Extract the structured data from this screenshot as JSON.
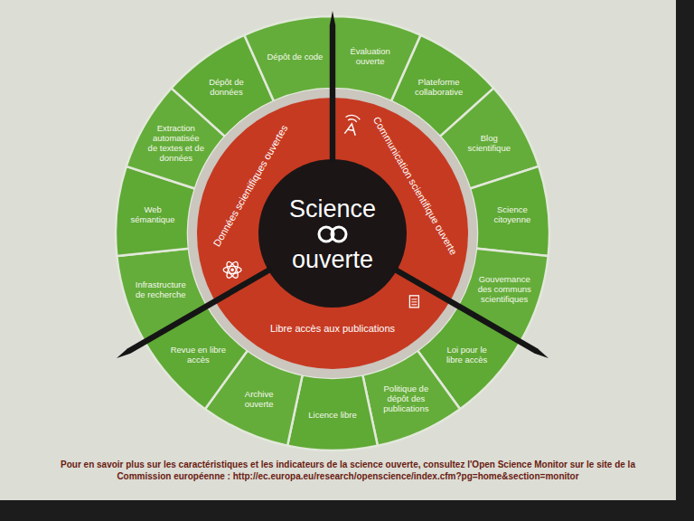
{
  "diagram": {
    "caption": "Pour en savoir plus sur les caractéristiques et les indicateurs de la science ouverte, consultez l'Open Science Monitor sur le site de la Commission européenne : http://ec.europa.eu/research/openscience/index.cfm?pg=home&section=monitor",
    "nodes": [
      {
        "text": [
          "Science",
          "ouverte"
        ]
      },
      {
        "text": [
          "Données scientifiques ouvertes"
        ]
      },
      {
        "text": [
          "Communication scientifique ouverte"
        ]
      },
      {
        "text": [
          "Libre accès aux publications"
        ]
      },
      {
        "text": [
          "Évaluation ouverte"
        ]
      },
      {
        "text": [
          "Plateforme collaborative"
        ]
      },
      {
        "text": [
          "Blog scientifique"
        ]
      },
      {
        "text": [
          "Science citoyenne"
        ]
      },
      {
        "text": [
          "Gouvernance des communs scientifiques"
        ]
      },
      {
        "text": [
          "Loi pour le libre accès"
        ]
      },
      {
        "text": [
          "Politique de dépôt des publications"
        ]
      },
      {
        "text": [
          "Licence libre"
        ]
      },
      {
        "text": [
          "Archive ouverte"
        ]
      },
      {
        "text": [
          "Revue en libre accès"
        ]
      },
      {
        "text": [
          "Infrastructure de recherche"
        ]
      },
      {
        "text": [
          "Web sémantique"
        ]
      },
      {
        "text": [
          "Extraction automatisée de textes et de données"
        ]
      },
      {
        "text": [
          "Dépôt de données"
        ]
      },
      {
        "text": [
          "Dépôt de code"
        ]
      }
    ]
  }
}
